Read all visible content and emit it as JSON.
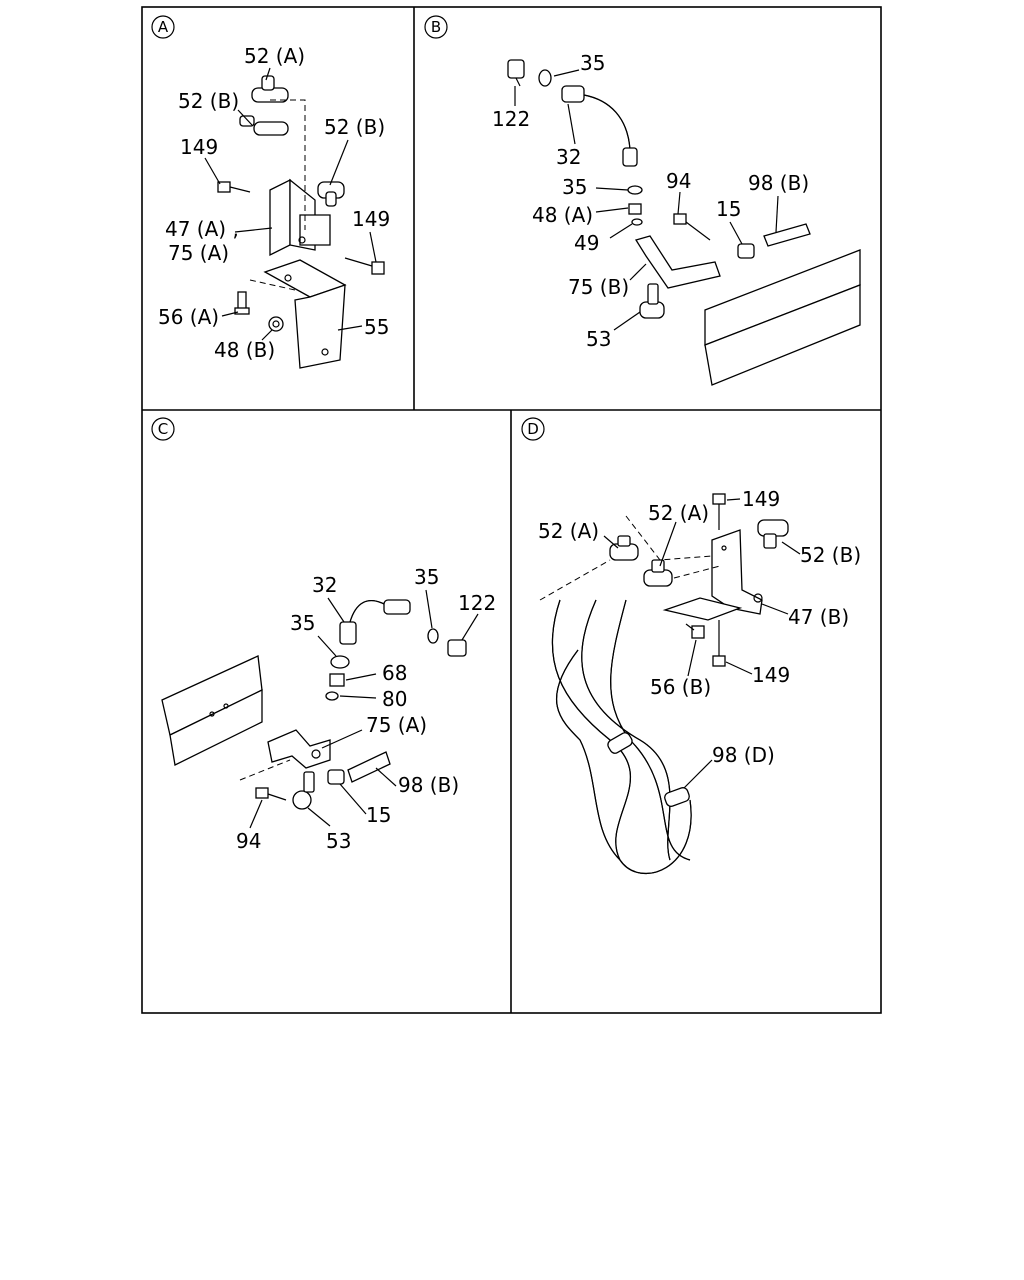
{
  "panels": [
    {
      "id": "A",
      "letter": "A",
      "labels": [
        "52 (A)",
        "52 (B)",
        "52 (B)",
        "149",
        "149",
        "47 (A) ,",
        "75 (A)",
        "56 (A)",
        "48 (B)",
        "55"
      ]
    },
    {
      "id": "B",
      "letter": "B",
      "labels": [
        "35",
        "122",
        "32",
        "35",
        "94",
        "98 (B)",
        "48 (A)",
        "15",
        "49",
        "75 (B)",
        "53"
      ]
    },
    {
      "id": "C",
      "letter": "C",
      "labels": [
        "32",
        "35",
        "122",
        "35",
        "68",
        "80",
        "75 (A)",
        "98 (B)",
        "15",
        "94",
        "53"
      ]
    },
    {
      "id": "D",
      "letter": "D",
      "labels": [
        "149",
        "52 (A)",
        "52 (A)",
        "52 (B)",
        "47 (B)",
        "56 (B)",
        "149",
        "98 (D)"
      ]
    }
  ]
}
